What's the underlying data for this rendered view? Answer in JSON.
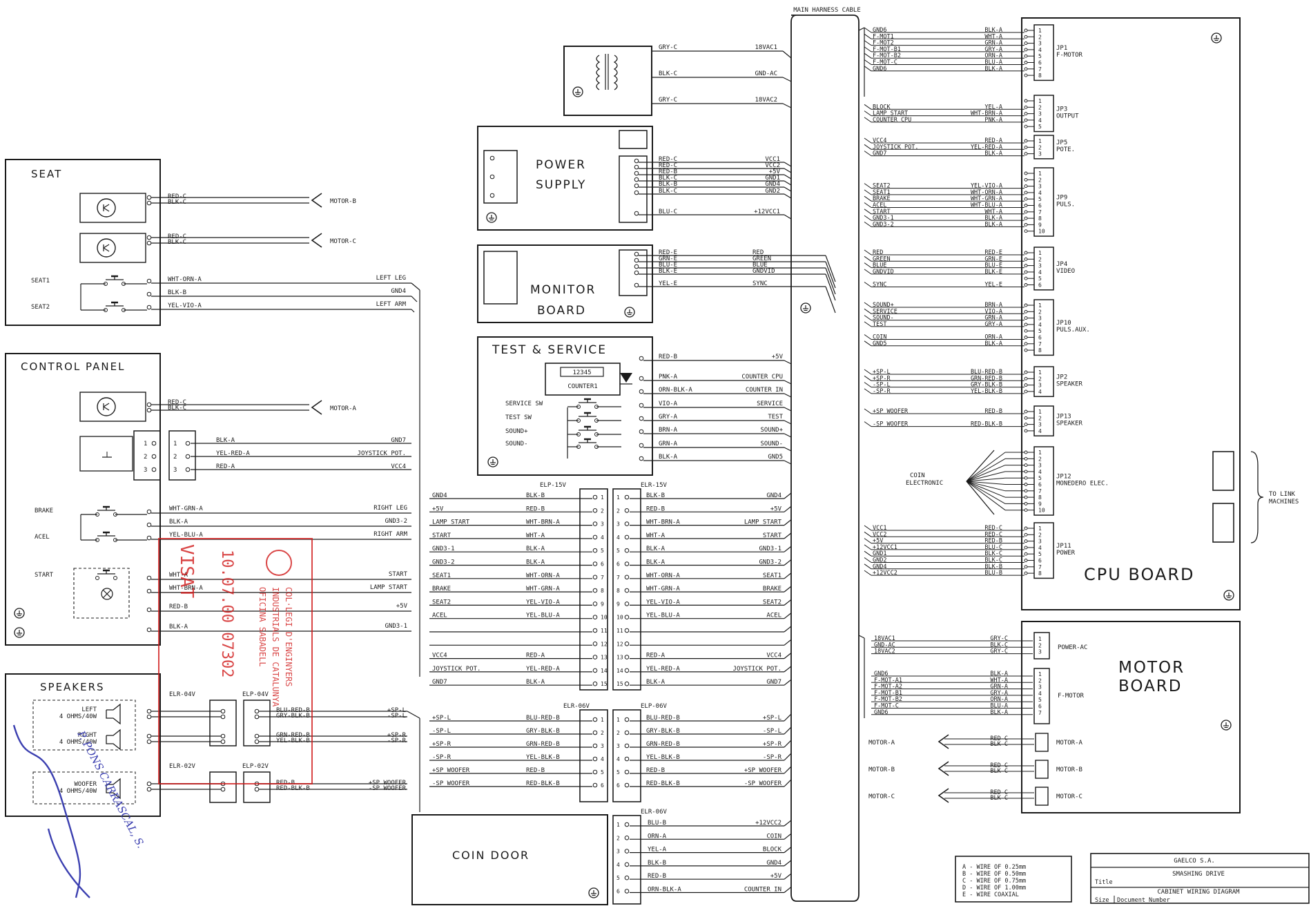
{
  "harness": {
    "title": "MAIN HARNESS CABLE"
  },
  "seat": {
    "title": "SEAT",
    "motor_b": {
      "wires": [
        "RED-C",
        "BLK-C"
      ],
      "label": "MOTOR-B"
    },
    "motor_c": {
      "wires": [
        "RED-C",
        "BLK-C"
      ],
      "label": "MOTOR-C"
    },
    "switches": [
      {
        "name": "SEAT1",
        "wire": "WHT-ORN-A",
        "signal": "LEFT LEG"
      },
      {
        "name": "",
        "wire": "BLK-B",
        "signal": "GND4"
      },
      {
        "name": "SEAT2",
        "wire": "YEL-VIO-A",
        "signal": "LEFT ARM"
      }
    ]
  },
  "control_panel": {
    "title": "CONTROL PANEL",
    "motor_a": {
      "wires": [
        "RED-C",
        "BLK-C"
      ],
      "label": "MOTOR-A"
    },
    "pot_pins": [
      "1",
      "2",
      "3"
    ],
    "pot_rows": [
      {
        "wire": "BLK-A",
        "signal": "GND7"
      },
      {
        "wire": "YEL-RED-A",
        "signal": "JOYSTICK POT."
      },
      {
        "wire": "RED-A",
        "signal": "VCC4"
      }
    ],
    "switch_labels": [
      "BRAKE",
      "ACEL",
      "START"
    ],
    "rows": [
      {
        "wire": "WHT-GRN-A",
        "signal": "RIGHT LEG"
      },
      {
        "wire": "BLK-A",
        "signal": "GND3-2"
      },
      {
        "wire": "YEL-BLU-A",
        "signal": "RIGHT ARM"
      },
      {
        "wire": "WHT-A",
        "signal": "START"
      },
      {
        "wire": "WHT-BRN-A",
        "signal": "LAMP START"
      },
      {
        "wire": "RED-B",
        "signal": "+5V"
      },
      {
        "wire": "BLK-A",
        "signal": "GND3-1"
      }
    ]
  },
  "speakers": {
    "title": "SPEAKERS",
    "conn1": "ELR-04V",
    "conn2": "ELP-04V",
    "conn3": "ELR-02V",
    "conn4": "ELP-02V",
    "items": [
      {
        "name": "LEFT",
        "spec": "4 OHMS/40W"
      },
      {
        "name": "RIGHT",
        "spec": "4 OHMS/40W"
      },
      {
        "name": "WOOFER",
        "spec": "4 OHMS/40W"
      }
    ],
    "rows": [
      {
        "wire": "BLU-RED-B",
        "signal": "+SP-L"
      },
      {
        "wire": "GRY-BLK-B",
        "signal": "-SP-L"
      },
      {
        "wire": "GRN-RED-B",
        "signal": "+SP-R"
      },
      {
        "wire": "YEL-BLK-B",
        "signal": "-SP-R"
      },
      {
        "wire": "RED-B",
        "signal": "+SP WOOFER"
      },
      {
        "wire": "RED-BLK-B",
        "signal": "-SP WOOFER"
      }
    ]
  },
  "transformer": {
    "rows": [
      {
        "wire": "GRY-C",
        "signal": "18VAC1"
      },
      {
        "wire": "BLK-C",
        "signal": "GND-AC"
      },
      {
        "wire": "GRY-C",
        "signal": "18VAC2"
      }
    ]
  },
  "power_supply": {
    "title": [
      "POWER",
      "SUPPLY"
    ],
    "rows": [
      {
        "wire": "RED-C",
        "signal": "VCC1"
      },
      {
        "wire": "RED-C",
        "signal": "VCC2"
      },
      {
        "wire": "RED-B",
        "signal": "+5V"
      },
      {
        "wire": "BLK-C",
        "signal": "GND1"
      },
      {
        "wire": "BLK-B",
        "signal": "GND4"
      },
      {
        "wire": "BLK-C",
        "signal": "GND2"
      },
      {
        "wire": "BLU-C",
        "signal": "+12VCC1"
      }
    ]
  },
  "monitor_board": {
    "title": [
      "MONITOR",
      "BOARD"
    ],
    "rows": [
      {
        "wire": "RED-E",
        "signal": "RED"
      },
      {
        "wire": "GRN-E",
        "signal": "GREEN"
      },
      {
        "wire": "BLU-E",
        "signal": "BLUE"
      },
      {
        "wire": "BLK-E",
        "signal": "GNDVID"
      },
      {
        "wire": "YEL-E",
        "signal": "SYNC"
      }
    ]
  },
  "test_service": {
    "title": "TEST & SERVICE",
    "counter_value": "12345",
    "counter_label": "COUNTER1",
    "switches": [
      "SERVICE SW",
      "TEST SW",
      "SOUND+",
      "SOUND-"
    ],
    "rows": [
      {
        "wire": "RED-B",
        "signal": "+5V"
      },
      {
        "wire": "PNK-A",
        "signal": "COUNTER CPU"
      },
      {
        "wire": "ORN-BLK-A",
        "signal": "COUNTER IN"
      },
      {
        "wire": "VIO-A",
        "signal": "SERVICE"
      },
      {
        "wire": "GRY-A",
        "signal": "TEST"
      },
      {
        "wire": "BRN-A",
        "signal": "SOUND+"
      },
      {
        "wire": "GRN-A",
        "signal": "SOUND-"
      },
      {
        "wire": "BLK-A",
        "signal": "GND5"
      }
    ]
  },
  "elp15": {
    "label": "ELP-15V",
    "label_r": "ELR-15V",
    "left_signals": [
      "GND4",
      "+5V",
      "LAMP START",
      "START",
      "GND3-1",
      "GND3-2",
      "SEAT1",
      "BRAKE",
      "SEAT2",
      "ACEL",
      "",
      "",
      "VCC4",
      "JOYSTICK POT.",
      "GND7"
    ],
    "left_wires": [
      "BLK-B",
      "RED-B",
      "WHT-BRN-A",
      "WHT-A",
      "BLK-A",
      "BLK-A",
      "WHT-ORN-A",
      "WHT-GRN-A",
      "YEL-VIO-A",
      "YEL-BLU-A",
      "",
      "",
      "RED-A",
      "YEL-RED-A",
      "BLK-A"
    ],
    "right_wires": [
      "BLK-B",
      "RED-B",
      "WHT-BRN-A",
      "WHT-A",
      "BLK-A",
      "BLK-A",
      "WHT-ORN-A",
      "WHT-GRN-A",
      "YEL-VIO-A",
      "YEL-BLU-A",
      "",
      "",
      "RED-A",
      "YEL-RED-A",
      "BLK-A"
    ],
    "right_signals": [
      "GND4",
      "+5V",
      "LAMP START",
      "START",
      "GND3-1",
      "GND3-2",
      "SEAT1",
      "BRAKE",
      "SEAT2",
      "ACEL",
      "",
      "",
      "VCC4",
      "JOYSTICK POT.",
      "GND7"
    ]
  },
  "elr06": {
    "label": "ELR-06V",
    "label_r": "ELP-06V",
    "left_signals": [
      "+SP-L",
      "-SP-L",
      "+SP-R",
      "-SP-R",
      "+SP WOOFER",
      "-SP WOOFER"
    ],
    "left_wires": [
      "BLU-RED-B",
      "GRY-BLK-B",
      "GRN-RED-B",
      "YEL-BLK-B",
      "RED-B",
      "RED-BLK-B"
    ],
    "right_wires": [
      "BLU-RED-B",
      "GRY-BLK-B",
      "GRN-RED-B",
      "YEL-BLK-B",
      "RED-B",
      "RED-BLK-B"
    ],
    "right_signals": [
      "+SP-L",
      "-SP-L",
      "+SP-R",
      "-SP-R",
      "+SP WOOFER",
      "-SP WOOFER"
    ]
  },
  "coin_door": {
    "title": "COIN DOOR",
    "conn": "ELR-06V",
    "rows": [
      {
        "wire": "BLU-B",
        "signal": "+12VCC2"
      },
      {
        "wire": "ORN-A",
        "signal": "COIN"
      },
      {
        "wire": "YEL-A",
        "signal": "BLOCK"
      },
      {
        "wire": "BLK-B",
        "signal": "GND4"
      },
      {
        "wire": "RED-B",
        "signal": "+5V"
      },
      {
        "wire": "ORN-BLK-A",
        "signal": "COUNTER IN"
      }
    ]
  },
  "cpu_board": {
    "title": "CPU BOARD",
    "link_label": "TO LINK\nMACHINES",
    "coin_label": "COIN\nELECTRONIC",
    "connectors": [
      {
        "name": "JP1",
        "desc": "F-MOTOR",
        "pins": 8,
        "rows": [
          {
            "signal": "GND6",
            "wire": "BLK-A"
          },
          {
            "signal": "F-MOT1",
            "wire": "WHT-A"
          },
          {
            "signal": "F-MOT2",
            "wire": "GRN-A"
          },
          {
            "signal": "F-MOT-B1",
            "wire": "GRY-A"
          },
          {
            "signal": "F-MOT-B2",
            "wire": "ORN-A"
          },
          {
            "signal": "F-MOT-C",
            "wire": "BLU-A"
          },
          {
            "signal": "GND6",
            "wire": "BLK-A"
          }
        ]
      },
      {
        "name": "JP3",
        "desc": "OUTPUT",
        "pins": 5,
        "rows": [
          {
            "signal": "",
            "wire": ""
          },
          {
            "signal": "BLOCK",
            "wire": "YEL-A"
          },
          {
            "signal": "LAMP START",
            "wire": "WHT-BRN-A"
          },
          {
            "signal": "COUNTER CPU",
            "wire": "PNK-A"
          }
        ]
      },
      {
        "name": "JP5",
        "desc": "POTE.",
        "pins": 3,
        "rows": [
          {
            "signal": "VCC4",
            "wire": "RED-A"
          },
          {
            "signal": "JOYSTICK POT.",
            "wire": "YEL-RED-A"
          },
          {
            "signal": "GND7",
            "wire": "BLK-A"
          }
        ]
      },
      {
        "name": "JP9",
        "desc": "PULS.",
        "pins": 10,
        "rows": [
          {
            "signal": "",
            "wire": ""
          },
          {
            "signal": "",
            "wire": ""
          },
          {
            "signal": "SEAT2",
            "wire": "YEL-VIO-A"
          },
          {
            "signal": "SEAT1",
            "wire": "WHT-ORN-A"
          },
          {
            "signal": "BRAKE",
            "wire": "WHT-GRN-A"
          },
          {
            "signal": "ACEL",
            "wire": "WHT-BLU-A"
          },
          {
            "signal": "START",
            "wire": "WHT-A"
          },
          {
            "signal": "GND3-1",
            "wire": "BLK-A"
          },
          {
            "signal": "GND3-2",
            "wire": "BLK-A"
          }
        ]
      },
      {
        "name": "JP4",
        "desc": "VIDEO",
        "pins": 6,
        "rows": [
          {
            "signal": "RED",
            "wire": "RED-E"
          },
          {
            "signal": "GREEN",
            "wire": "GRN-E"
          },
          {
            "signal": "BLUE",
            "wire": "BLU-E"
          },
          {
            "signal": "GNDVID",
            "wire": "BLK-E"
          },
          {
            "signal": "",
            "wire": ""
          },
          {
            "signal": "SYNC",
            "wire": "YEL-E"
          }
        ]
      },
      {
        "name": "JP10",
        "desc": "PULS.AUX.",
        "pins": 8,
        "rows": [
          {
            "signal": "SOUND+",
            "wire": "BRN-A"
          },
          {
            "signal": "SERVICE",
            "wire": "VIO-A"
          },
          {
            "signal": "SOUND-",
            "wire": "GRN-A"
          },
          {
            "signal": "TEST",
            "wire": "GRY-A"
          },
          {
            "signal": "",
            "wire": ""
          },
          {
            "signal": "COIN",
            "wire": "ORN-A"
          },
          {
            "signal": "GND5",
            "wire": "BLK-A"
          }
        ]
      },
      {
        "name": "JP2",
        "desc": "SPEAKER",
        "pins": 4,
        "rows": [
          {
            "signal": "+SP-L",
            "wire": "BLU-RED-B"
          },
          {
            "signal": "+SP-R",
            "wire": "GRN-RED-B"
          },
          {
            "signal": "-SP-L",
            "wire": "GRY-BLK-B"
          },
          {
            "signal": "-SP-R",
            "wire": "YEL-BLK-B"
          }
        ]
      },
      {
        "name": "JP13",
        "desc": "SPEAKER",
        "pins": 4,
        "rows": [
          {
            "signal": "+SP WOOFER",
            "wire": "RED-B"
          },
          {
            "signal": "",
            "wire": ""
          },
          {
            "signal": "-SP WOOFER",
            "wire": "RED-BLK-B"
          }
        ]
      },
      {
        "name": "JP12",
        "desc": "MONEDERO ELEC.",
        "pins": 10,
        "rows": []
      },
      {
        "name": "JP11",
        "desc": "POWER",
        "pins": 8,
        "rows": [
          {
            "signal": "VCC1",
            "wire": "RED-C"
          },
          {
            "signal": "VCC2",
            "wire": "RED-C"
          },
          {
            "signal": "+5V",
            "wire": "RED-B"
          },
          {
            "signal": "+12VCC1",
            "wire": "BLU-C"
          },
          {
            "signal": "GND1",
            "wire": "BLK-C"
          },
          {
            "signal": "GND2",
            "wire": "BLK-C"
          },
          {
            "signal": "GND4",
            "wire": "BLK-B"
          },
          {
            "signal": "+12VCC2",
            "wire": "BLU-B"
          }
        ]
      }
    ]
  },
  "motor_board": {
    "title": [
      "MOTOR",
      "BOARD"
    ],
    "power": {
      "name": "POWER-AC",
      "rows": [
        {
          "signal": "18VAC1",
          "wire": "GRY-C"
        },
        {
          "signal": "GND-AC",
          "wire": "BLK-C"
        },
        {
          "signal": "18VAC2",
          "wire": "GRY-C"
        }
      ]
    },
    "fmotor": {
      "name": "F-MOTOR",
      "rows": [
        {
          "signal": "GND6",
          "wire": "BLK-A"
        },
        {
          "signal": "F-MOT-A1",
          "wire": "WHT-A"
        },
        {
          "signal": "F-MOT-A2",
          "wire": "GRN-A"
        },
        {
          "signal": "F-MOT-B1",
          "wire": "GRY-A"
        },
        {
          "signal": "F-MOT-B2",
          "wire": "ORN-A"
        },
        {
          "signal": "F-MOT-C",
          "wire": "BLU-A"
        },
        {
          "signal": "GND6",
          "wire": "BLK-A"
        }
      ]
    },
    "motors": [
      {
        "left": "MOTOR-A",
        "right": "MOTOR-A",
        "wires": [
          "RED-C",
          "BLK-C"
        ]
      },
      {
        "left": "MOTOR-B",
        "right": "MOTOR-B",
        "wires": [
          "RED-C",
          "BLK-C"
        ]
      },
      {
        "left": "MOTOR-C",
        "right": "MOTOR-C",
        "wires": [
          "RED-C",
          "BLK-C"
        ]
      }
    ]
  },
  "legend": [
    "A - WIRE OF 0.25mm",
    "B - WIRE OF 0.50mm",
    "C - WIRE OF 0.75mm",
    "D - WIRE OF 1.00mm",
    "E - WIRE COAXIAL"
  ],
  "title_block": {
    "company": "GAELCO S.A.",
    "game": "SMASHING DRIVE",
    "title_label": "Title",
    "title": "CABINET WIRING DIAGRAM",
    "size_label": "Size",
    "docnum_label": "Document Number"
  },
  "stamp": {
    "lines": [
      "COL·LEGI D'ENGINYERS",
      "INDUSTRIALS DE CATALUNYA",
      "OFICINA SABADELL"
    ],
    "number": "10.07.00 07302",
    "visat": "VISAT"
  },
  "signature": {
    "text": "P. PONS CARRASCAL, S."
  },
  "colors": {
    "ink": "#1a1a1a",
    "stamp": "#d01818",
    "signature": "#3b3fb0"
  }
}
